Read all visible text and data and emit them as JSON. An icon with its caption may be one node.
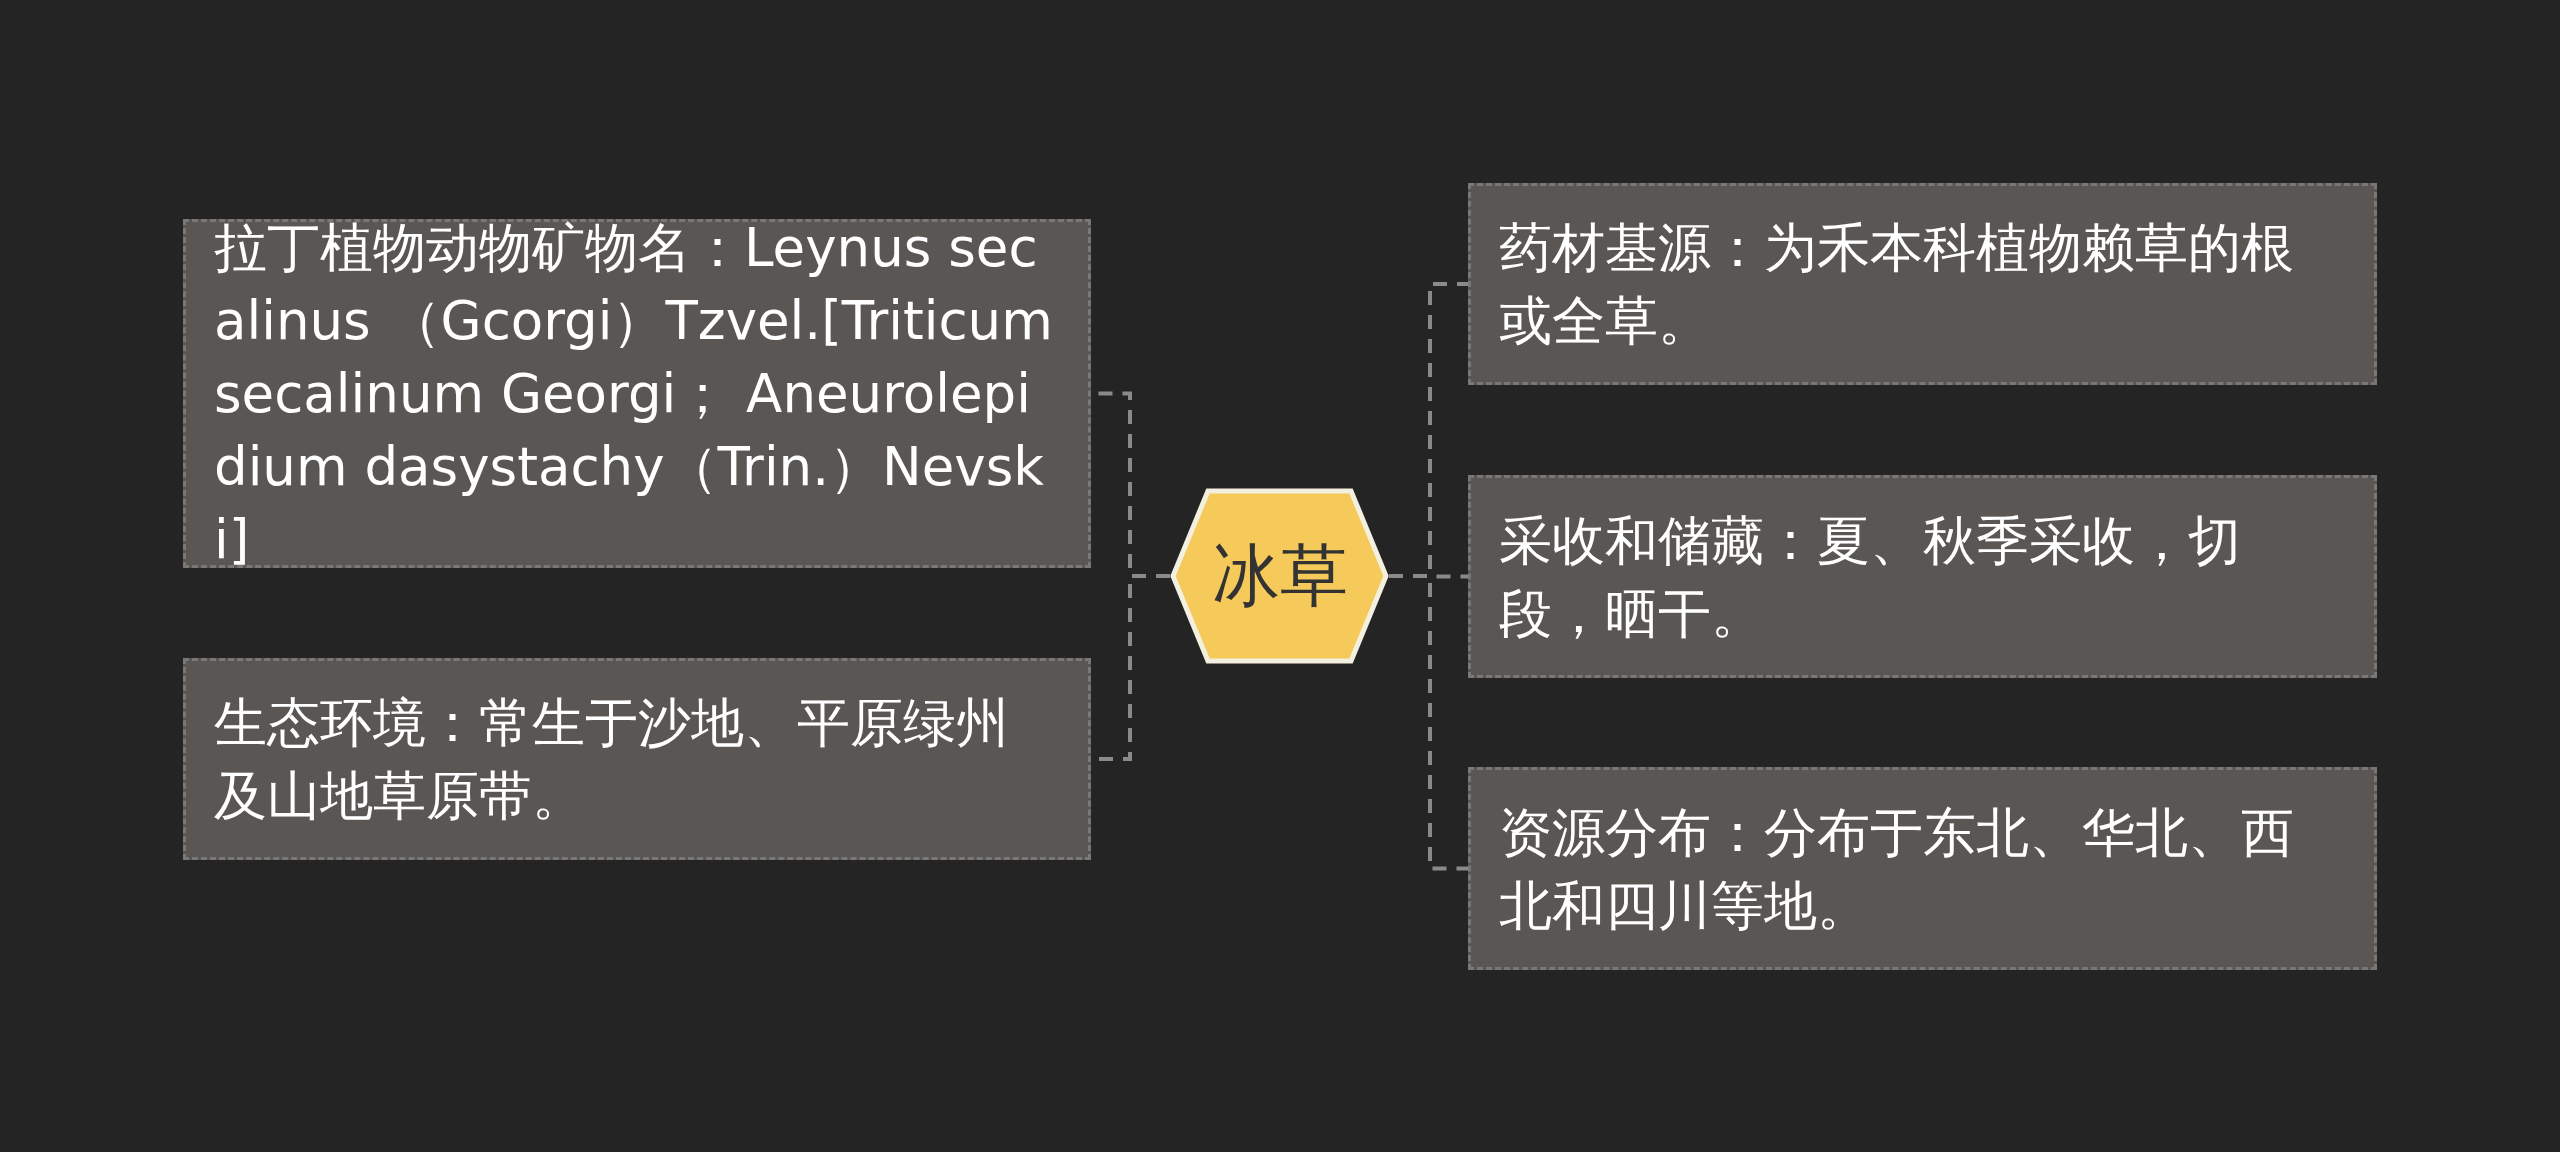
{
  "diagram": {
    "nodes": [
      {
        "text": [
          "冰草"
        ]
      },
      {
        "text": [
          "拉丁植物动物矿物名：Leynus secalinus （Gcorgi）Tzvel.[Triticum secalinum Georgi； Aneurolepidium dasystachy（Trin.）Nevski]"
        ]
      },
      {
        "text": [
          "生态环境：常生于沙地、平原绿州及山地草原带。"
        ]
      },
      {
        "text": [
          "药材基源：为禾本科植物赖草的根或全草。"
        ]
      },
      {
        "text": [
          "采收和储藏：夏、秋季采收，切段，晒干。"
        ]
      },
      {
        "text": [
          "资源分布：分布于东北、华北、西北和四川等地。"
        ]
      }
    ],
    "edges": [
      {
        "from": 0,
        "to": 1,
        "arrow": "none",
        "style": "dashed"
      },
      {
        "from": 0,
        "to": 2,
        "arrow": "none",
        "style": "dashed"
      },
      {
        "from": 0,
        "to": 3,
        "arrow": "none",
        "style": "dashed"
      },
      {
        "from": 0,
        "to": 4,
        "arrow": "none",
        "style": "dashed"
      },
      {
        "from": 0,
        "to": 5,
        "arrow": "none",
        "style": "dashed"
      }
    ]
  }
}
